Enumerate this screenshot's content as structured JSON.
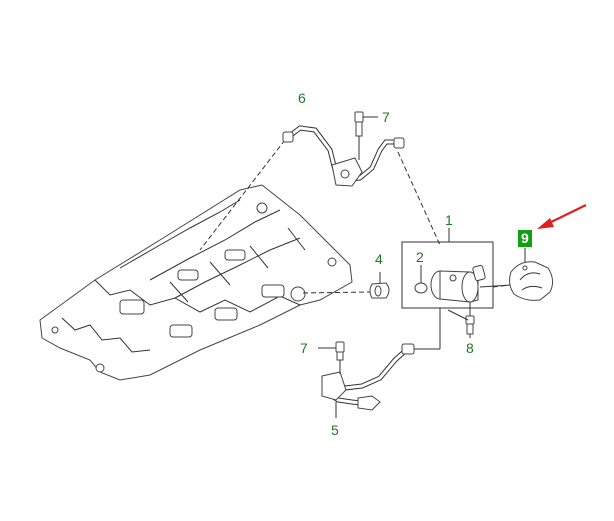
{
  "callouts": {
    "c1": "1",
    "c2": "2",
    "c4": "4",
    "c5": "5",
    "c6": "6",
    "c7_top": "7",
    "c7_bottom": "7",
    "c8": "8",
    "c9": "9"
  },
  "colors": {
    "callout_text": "#1f7a1f",
    "highlight_box": "#12a012",
    "arrow": "#e02020",
    "line": "#333333"
  },
  "icons": {
    "pointer": "red-arrow-icon"
  }
}
